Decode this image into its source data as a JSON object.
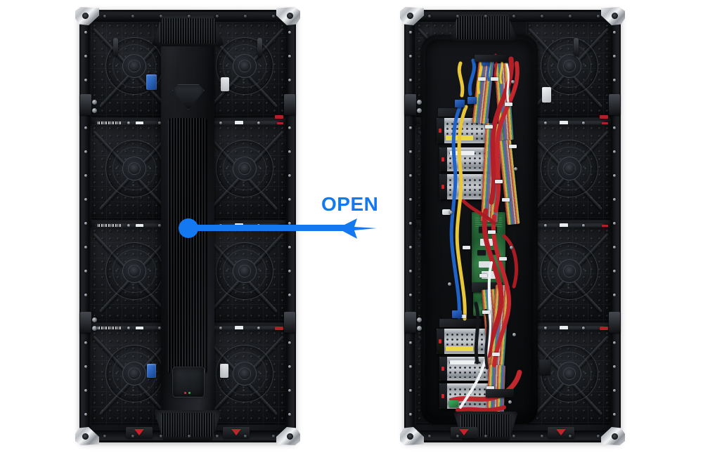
{
  "scene": {
    "title": "LED cabinet back panel comparison",
    "background_color": "#ffffff",
    "annotation": {
      "label": "OPEN",
      "color": "#1478f0",
      "arrow_from": "left-panel-center-handle",
      "arrow_to": "right-panel-open-cavity"
    }
  },
  "panels": [
    {
      "id": "left",
      "name": "closed-cabinet",
      "state": "closed",
      "description": "Rear view of LED display cabinet with service door closed",
      "features": {
        "corner_brackets": 4,
        "quadrant_cells": 8,
        "divider_rails": 3,
        "red_latches": 2,
        "center_handle": {
          "emblem": "diamond",
          "fins": true,
          "status_leds": [
            "red",
            "green"
          ]
        }
      }
    },
    {
      "id": "right",
      "name": "open-cabinet",
      "state": "open",
      "description": "Rear view of LED display cabinet with service door open showing internals",
      "features": {
        "corner_brackets": 4,
        "quadrant_cells": 8,
        "divider_rails": 3,
        "red_latches": 2,
        "power_supplies": 6,
        "receiving_card": 1,
        "cable_colors": [
          "red",
          "blue",
          "yellow",
          "white",
          "black",
          "ribbon"
        ]
      }
    }
  ],
  "colors": {
    "accent": "#1478f0",
    "chassis_dark": "#16181b",
    "chassis_mid": "#2a2d32",
    "bracket_silver": "#d6d9dd",
    "latch_red": "#c5222c",
    "psu_silver": "#c6cacf",
    "pcb_green": "#2f7a41",
    "wire_red": "#c1272d",
    "wire_blue": "#1f63c8",
    "wire_yellow": "#e8c73a",
    "wire_white": "#f0f2f4"
  }
}
